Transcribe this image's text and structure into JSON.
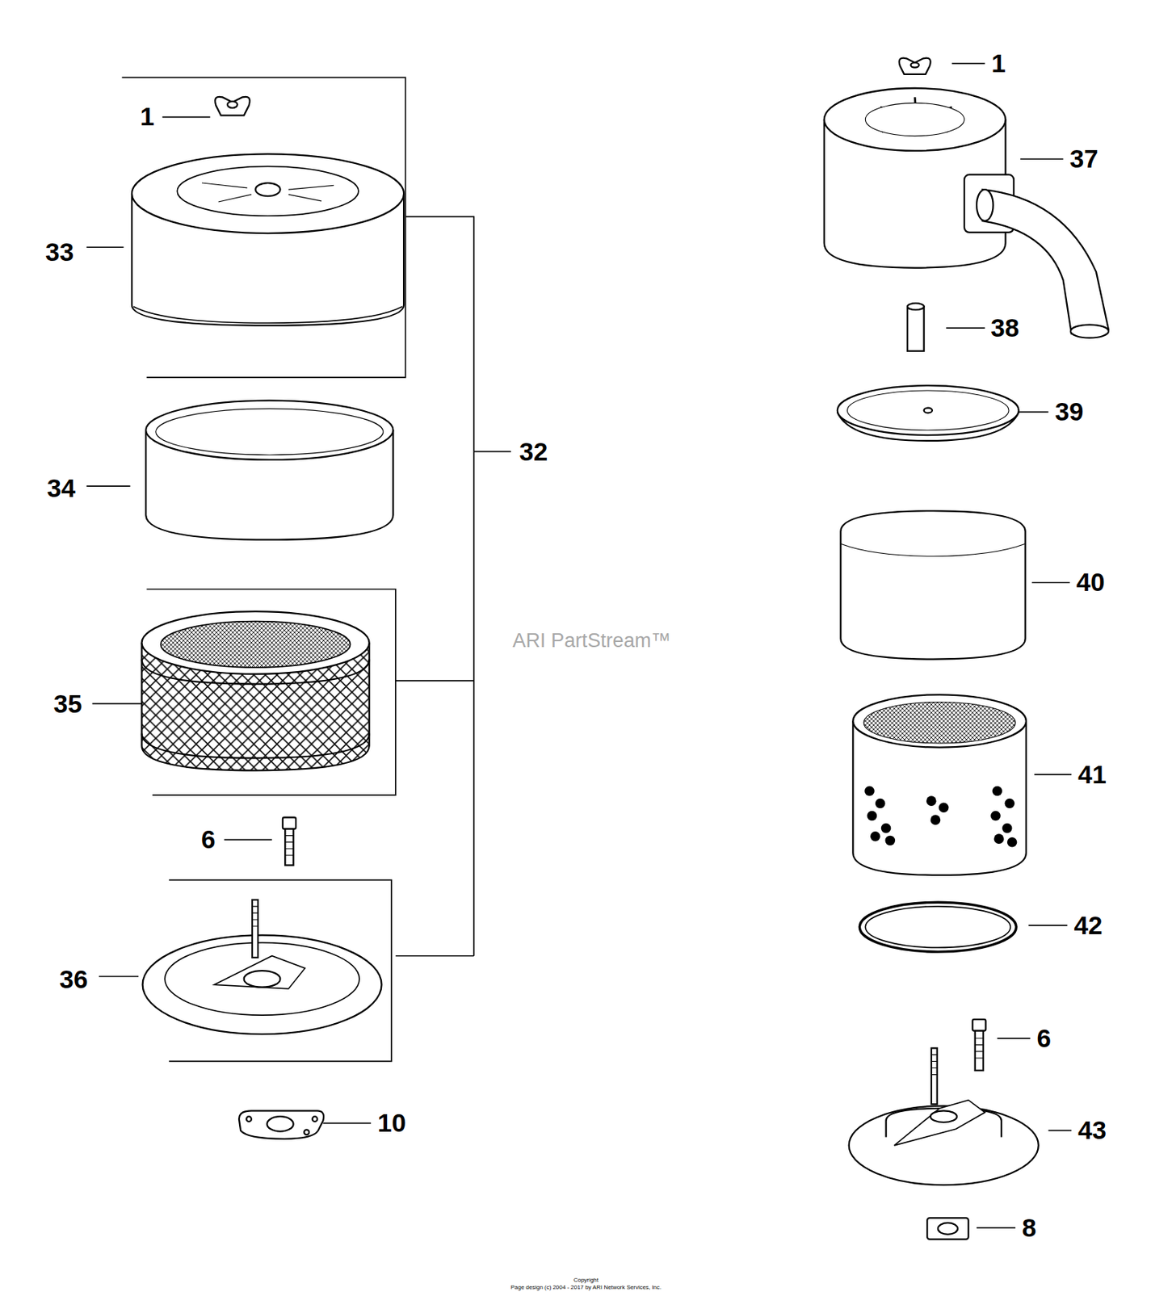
{
  "diagram": {
    "labels": [
      "1",
      "33",
      "34",
      "35",
      "6",
      "36",
      "10",
      "32",
      "1",
      "37",
      "38",
      "39",
      "40",
      "41",
      "42",
      "6",
      "43",
      "8",
      "ARI PartStream™",
      "Copyright",
      "Page design (c) 2004 - 2017 by ARI Network Services, Inc."
    ]
  }
}
